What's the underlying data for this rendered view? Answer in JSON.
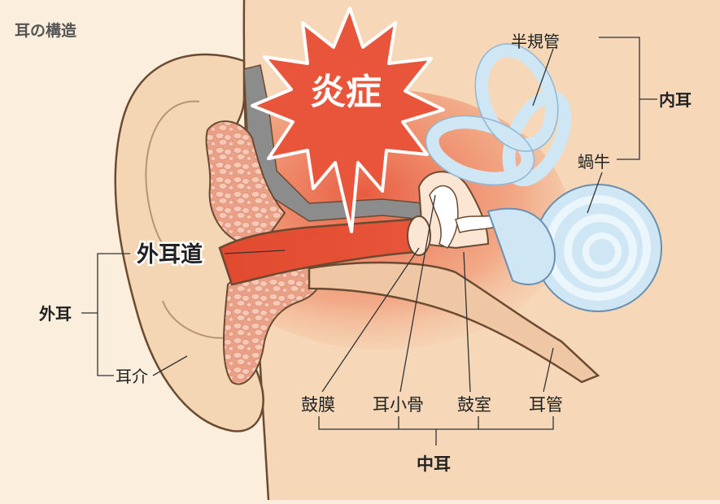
{
  "title": "耳の構造",
  "callout": "炎症",
  "labels": {
    "outer_ear_canal": "外耳道",
    "outer_ear": "外耳",
    "auricle": "耳介",
    "semicircular_canals": "半規管",
    "inner_ear": "内耳",
    "cochlea": "蝸牛",
    "eardrum": "鼓膜",
    "ossicles": "耳小骨",
    "tympanic_cavity": "鼓室",
    "eustachian_tube": "耳管",
    "middle_ear": "中耳"
  },
  "colors": {
    "background": "#fbeedd",
    "skin": "#f5d6b4",
    "outline": "#6b4a32",
    "inflammation": "#e8553a",
    "bone_tissue": "#efa891",
    "gray_layer": "#8c8c8c",
    "inner_ear_blue": "#cfe6f4"
  }
}
